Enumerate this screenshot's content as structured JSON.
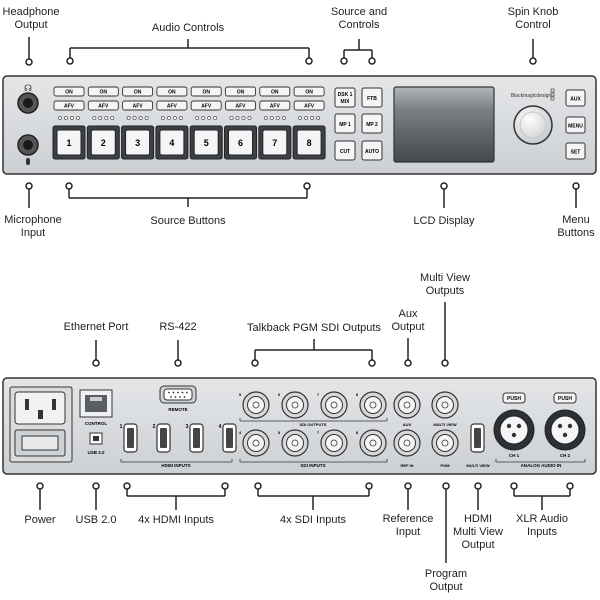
{
  "front_callouts": {
    "headphone_output": [
      "Headphone",
      "Output"
    ],
    "audio_controls": "Audio Controls",
    "source_and_controls": [
      "Source and",
      "Controls"
    ],
    "spin_knob_control": [
      "Spin Knob",
      "Control"
    ],
    "microphone_input": [
      "Microphone",
      "Input"
    ],
    "source_buttons": "Source Buttons",
    "lcd_display": "LCD Display",
    "menu_buttons": [
      "Menu",
      "Buttons"
    ]
  },
  "front_panel": {
    "on_label": "ON",
    "afv_label": "AFV",
    "source_numbers": [
      "1",
      "2",
      "3",
      "4",
      "5",
      "6",
      "7",
      "8"
    ],
    "control_buttons": {
      "dsk1_mix": [
        "DSK 1",
        "MIX"
      ],
      "ftb": "FTB",
      "mp1": "MP 1",
      "mp2": "MP 2",
      "cut": "CUT",
      "auto": "AUTO"
    },
    "brand": "Blackmagicdesign",
    "menu_buttons": [
      "AUX",
      "MENU",
      "SET"
    ]
  },
  "rear_callouts": {
    "ethernet_port": "Ethernet Port",
    "rs422": "RS-422",
    "talkback_pgm": "Talkback PGM SDI Outputs",
    "aux_output": [
      "Aux",
      "Output"
    ],
    "multiview_outputs": [
      "Multi View",
      "Outputs"
    ],
    "power": "Power",
    "usb": "USB 2.0",
    "hdmi_inputs": "4x HDMI Inputs",
    "sdi_inputs": "4x SDI Inputs",
    "reference_input": [
      "Reference",
      "Input"
    ],
    "hdmi_multiview_output": [
      "HDMI",
      "Multi View",
      "Output"
    ],
    "xlr_audio_inputs": [
      "XLR Audio",
      "Inputs"
    ],
    "program_output": [
      "Program",
      "Output"
    ]
  },
  "rear_panel": {
    "control": "CONTROL",
    "usb_small": "USB 2.0",
    "remote": "REMOTE",
    "hdmi_inputs_small": "HDMI INPUTS",
    "hdmi_numbers": [
      "1",
      "2",
      "3",
      "4"
    ],
    "sdi_outputs_small": "SDI OUTPUTS",
    "sdi_inputs_small": "SDI INPUTS",
    "sdi_numbers_top": [
      "5",
      "6",
      "7",
      "8"
    ],
    "sdi_numbers_bottom": [
      "4",
      "5",
      "7",
      "8"
    ],
    "aux_small": "AUX",
    "multiview_small": "MULTI VIEW",
    "ref_in_small": "REF IN",
    "pgm_small": "PGM",
    "multiview_hdmi_small": "MULTI VIEW",
    "push": "PUSH",
    "ch1": "CH 1",
    "ch2": "CH 2",
    "analog_audio_in": "ANALOG AUDIO IN"
  }
}
